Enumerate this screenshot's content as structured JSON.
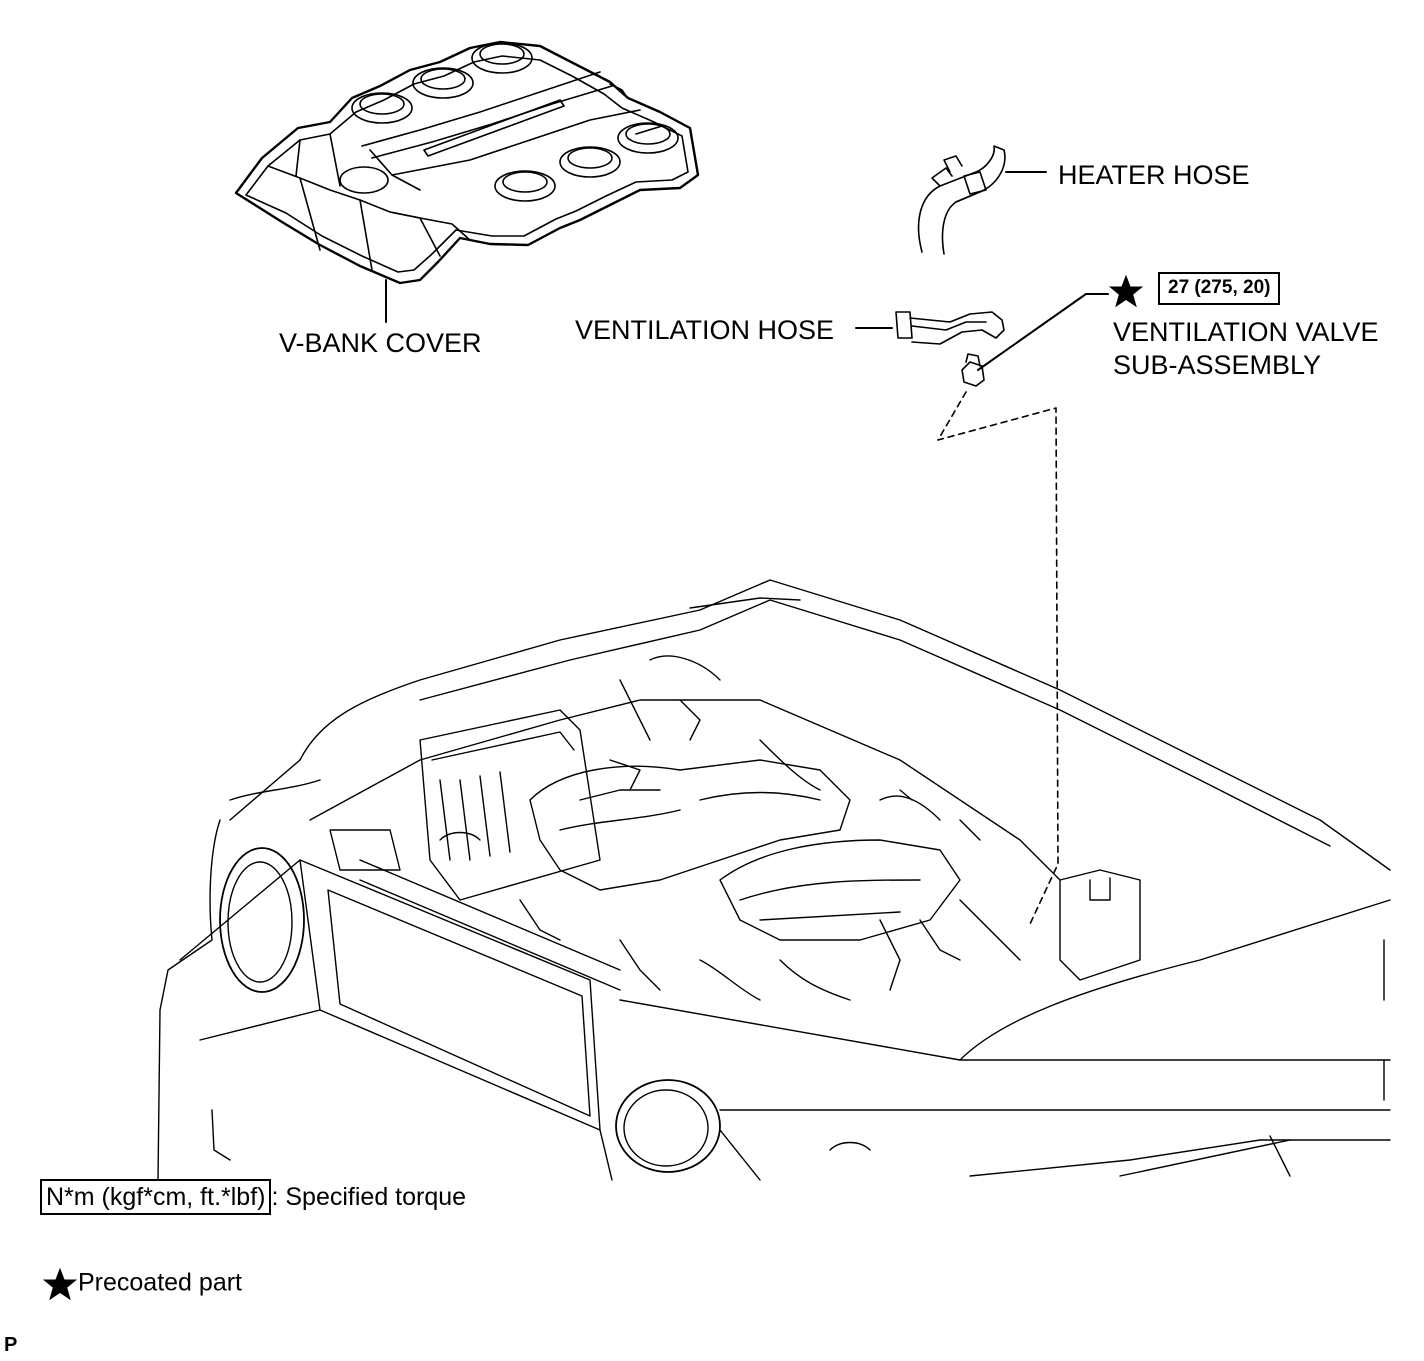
{
  "callouts": {
    "v_bank_cover": "V-BANK COVER",
    "heater_hose": "HEATER HOSE",
    "ventilation_hose": "VENTILATION HOSE",
    "ventilation_valve_line1": "VENTILATION VALVE",
    "ventilation_valve_line2": "SUB-ASSEMBLY",
    "torque_value": "27 (275, 20)"
  },
  "legend": {
    "torque_unit": "N*m (kgf*cm, ft.*lbf)",
    "torque_desc": ": Specified torque",
    "precoated": "Precoated part"
  },
  "corner_mark": "P"
}
